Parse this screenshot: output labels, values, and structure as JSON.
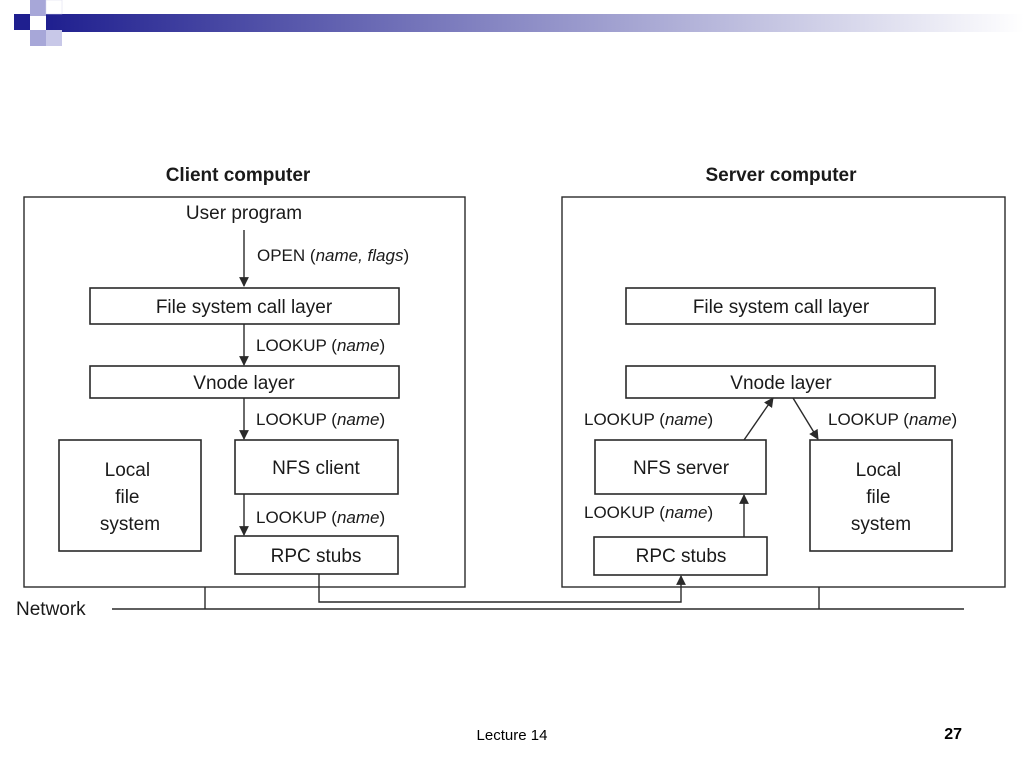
{
  "colors": {
    "header_dark": "#1f1f8f",
    "header_light": "#ffffff",
    "square_light": "#a7a7d8",
    "line": "#2a2a2a"
  },
  "client": {
    "title": "Client computer",
    "user_program": "User program",
    "open_call": {
      "op": "OPEN",
      "args": "name, flags"
    },
    "fs_call_layer": "File system call layer",
    "lookup_1": {
      "op": "LOOKUP",
      "args": "name"
    },
    "vnode_layer": "Vnode layer",
    "lookup_2": {
      "op": "LOOKUP",
      "args": "name"
    },
    "local_fs": [
      "Local",
      "file",
      "system"
    ],
    "nfs_client": "NFS client",
    "lookup_3": {
      "op": "LOOKUP",
      "args": "name"
    },
    "rpc_stubs": "RPC stubs"
  },
  "server": {
    "title": "Server computer",
    "fs_call_layer": "File system call layer",
    "vnode_layer": "Vnode layer",
    "lookup_left": {
      "op": "LOOKUP",
      "args": "name"
    },
    "lookup_right": {
      "op": "LOOKUP",
      "args": "name"
    },
    "nfs_server": "NFS server",
    "local_fs": [
      "Local",
      "file",
      "system"
    ],
    "lookup_bottom": {
      "op": "LOOKUP",
      "args": "name"
    },
    "rpc_stubs": "RPC stubs"
  },
  "network_label": "Network",
  "footer": {
    "center": "Lecture 14",
    "page": "27"
  }
}
